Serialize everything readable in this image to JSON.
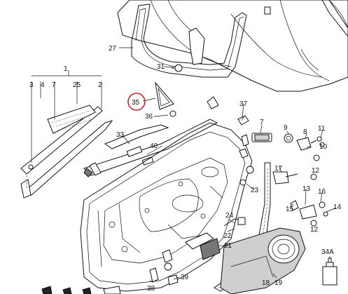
{
  "callouts": {
    "c1": "1",
    "c2": "2",
    "c3": "3",
    "c4": "4",
    "c5": "7",
    "c6": "8",
    "c7": "11",
    "c8": "9",
    "c9": "10",
    "c10": "12",
    "c11": "12",
    "c12": "13",
    "c13": "14",
    "c14": "15",
    "c15": "16",
    "c16": "17",
    "c17": "18",
    "c18": "19",
    "c19": "21",
    "c20": "22",
    "c21": "23",
    "c22": "24",
    "c23": "25",
    "c24": "27",
    "c25": "31",
    "c26": "33",
    "c27": "34A",
    "c28": "35",
    "c29": "36",
    "c30": "37",
    "c31": "38",
    "c32": "39",
    "c33": "40",
    "c34": "7"
  },
  "highlight": {
    "color": "#c0262d",
    "target": "35"
  }
}
